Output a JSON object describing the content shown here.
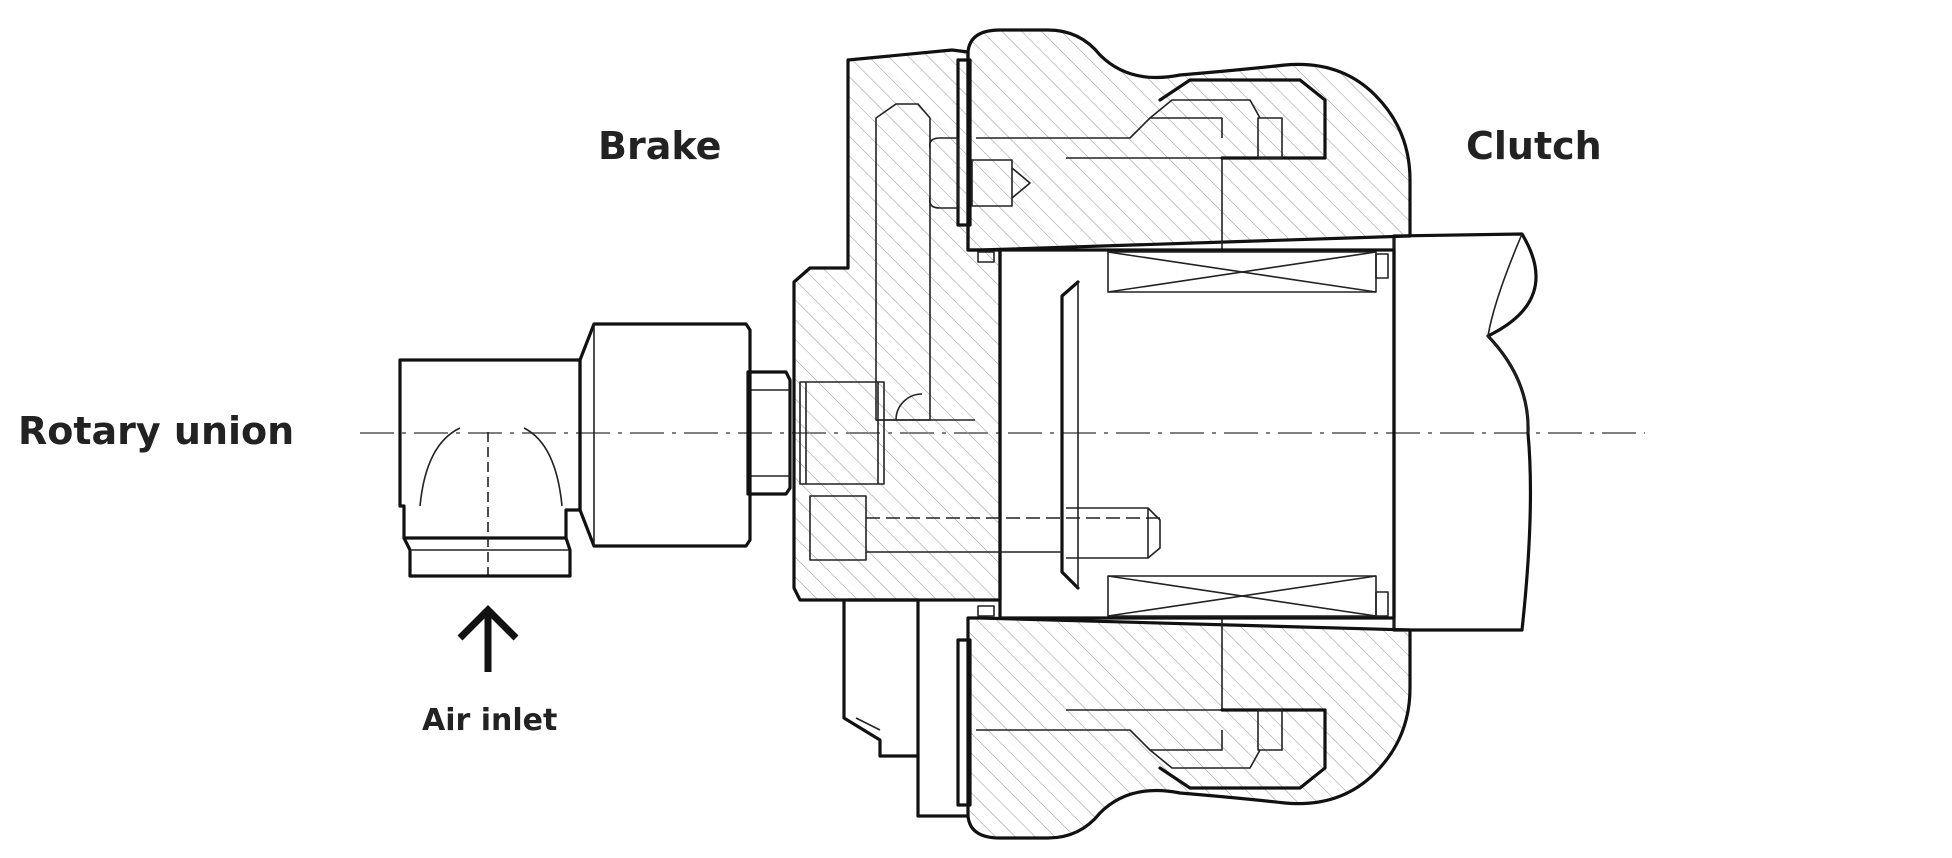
{
  "diagram": {
    "labels": {
      "rotary_union": "Rotary union",
      "brake": "Brake",
      "clutch": "Clutch",
      "air_inlet": "Air inlet"
    },
    "colors": {
      "line": "#111111",
      "hatch": "#9a9a9a",
      "text": "#222222",
      "background": "#ffffff"
    },
    "icons": [
      "up-arrow-icon"
    ]
  }
}
